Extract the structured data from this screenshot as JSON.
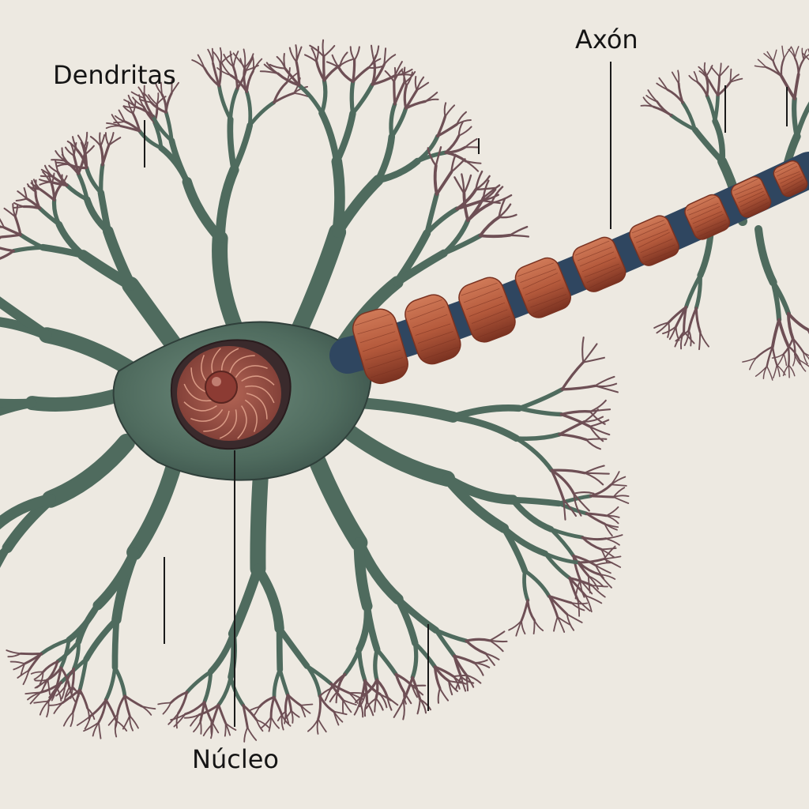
{
  "labels": {
    "dendrites": "Dendritas",
    "axon": "Axón",
    "nucleus": "Núcleo"
  },
  "colors": {
    "background": "#ede9e1",
    "cell_body": "#4f6b5e",
    "dendrite_fine": "#6e4f55",
    "myelin": "#b55a3c",
    "myelin_dark": "#7a3221",
    "axon_core": "#2f4660",
    "nucleus": "#7a3a33",
    "leader_line": "#1a1a1a",
    "label_text": "#151515"
  }
}
